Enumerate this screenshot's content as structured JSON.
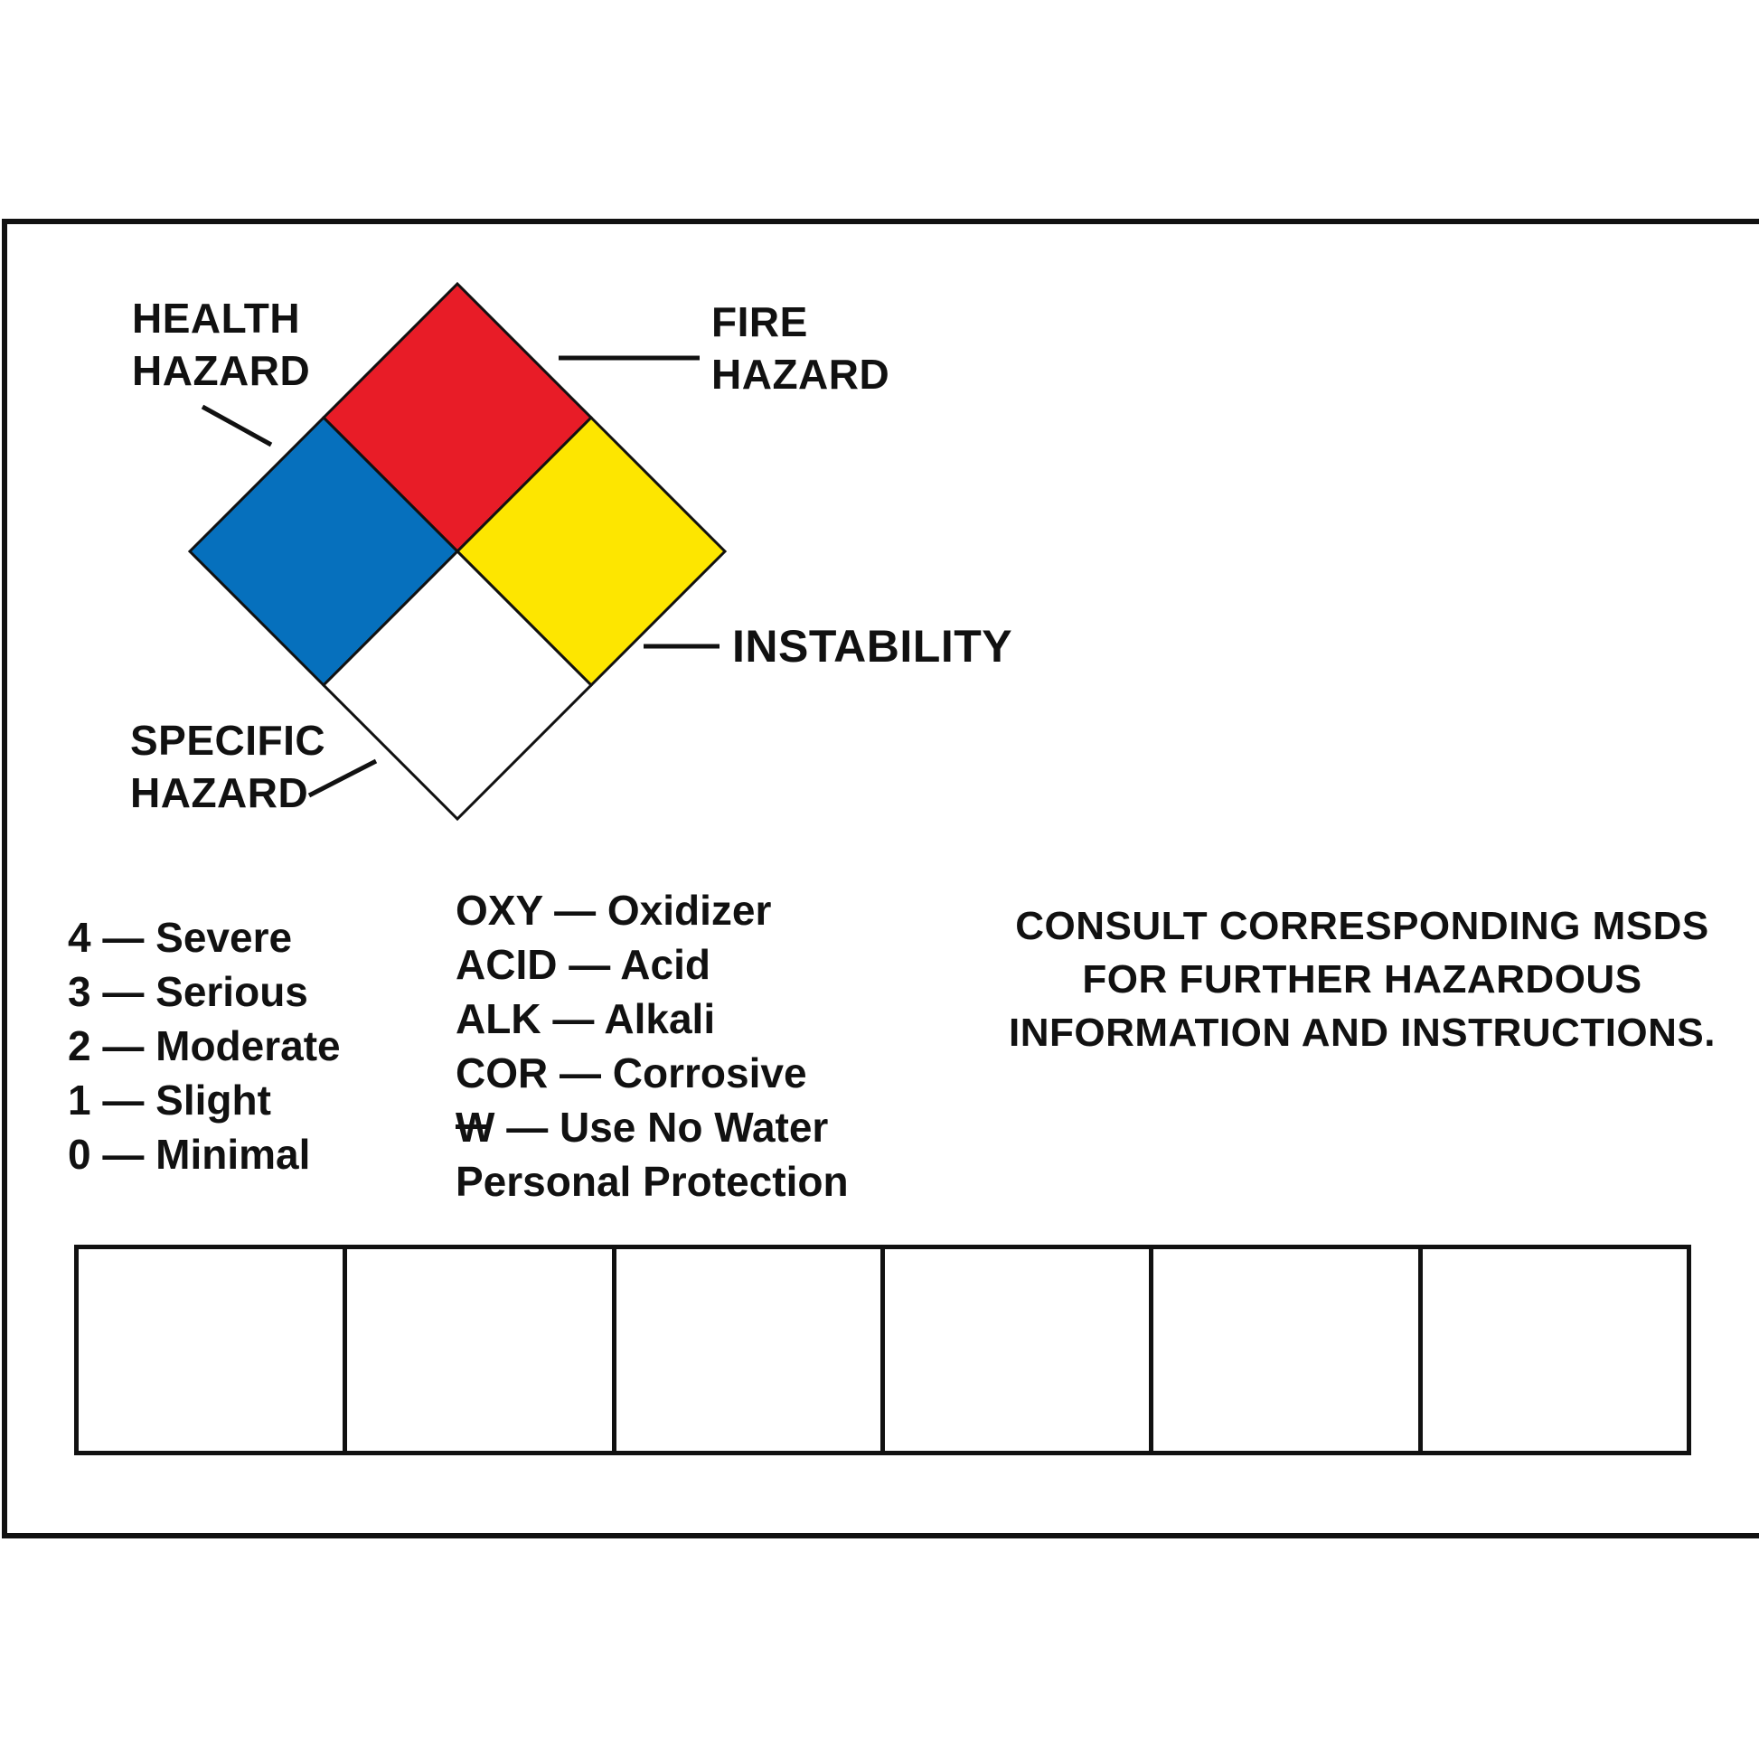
{
  "colors": {
    "health": "#0670bd",
    "fire": "#e81c27",
    "instability": "#fde600",
    "specific": "#ffffff",
    "outline": "#111111"
  },
  "callouts": {
    "health": [
      "HEALTH",
      "HAZARD"
    ],
    "fire": [
      "FIRE",
      "HAZARD"
    ],
    "instability": "INSTABILITY",
    "specific": [
      "SPECIFIC",
      "HAZARD"
    ]
  },
  "ratings": [
    "4 — Severe",
    "3 — Serious",
    "2 — Moderate",
    "1 — Slight",
    "0 — Minimal"
  ],
  "specials": [
    "OXY — Oxidizer",
    "ACID — Acid",
    "ALK — Alkali",
    "COR — Corrosive",
    "W — Use No Water",
    "Personal Protection"
  ],
  "consult": [
    "CONSULT CORRESPONDING MSDS",
    "FOR FURTHER HAZARDOUS",
    "INFORMATION AND INSTRUCTIONS."
  ],
  "ppe_boxes": [
    "",
    "",
    "",
    "",
    "",
    ""
  ]
}
